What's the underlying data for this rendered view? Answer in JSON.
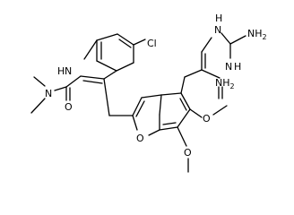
{
  "molecule": {
    "atom_labels": {
      "chlorine": "Cl",
      "indole_nh": "H",
      "indole_n": "N",
      "amide_n": "N",
      "amide_o": "O",
      "furan_o": "O",
      "methoxy_o1": "O",
      "methoxy_o2": "O",
      "pyrimidine_n1": "N",
      "pyrimidine_n1h": "H",
      "pyrimidine_n3": "N",
      "pyrimidine_n3h": "H",
      "amine_upper": "NH",
      "amine_upper_sub": "2",
      "amine_lower": "NH",
      "amine_lower_sub": "2"
    }
  }
}
